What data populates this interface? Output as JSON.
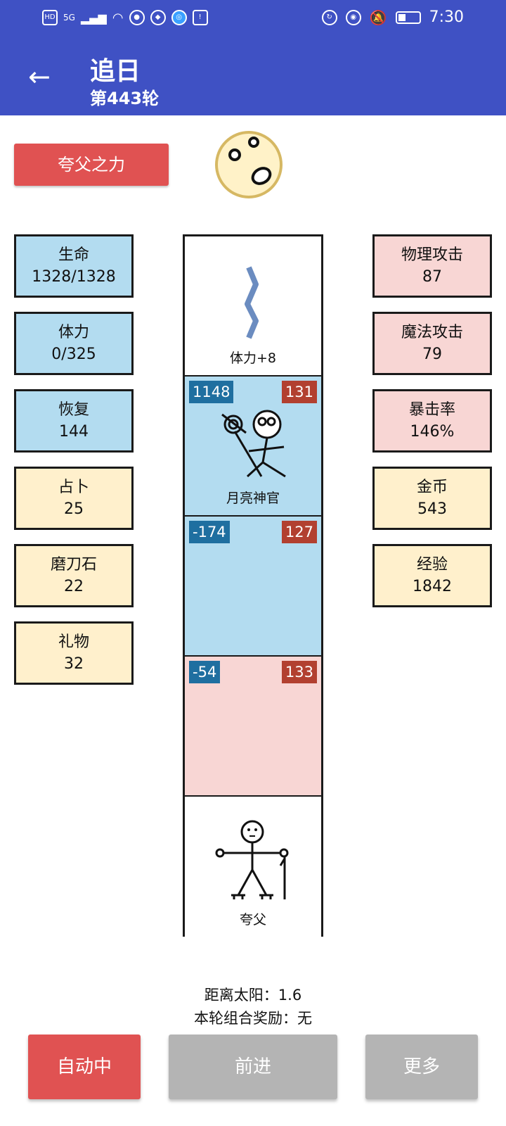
{
  "status_bar": {
    "time": "7:30",
    "network": "5G"
  },
  "app_bar": {
    "title": "追日",
    "subtitle": "第443轮"
  },
  "skill_button": {
    "label": "夸父之力"
  },
  "left_stats": [
    {
      "name": "生命",
      "value": "1328/1328",
      "color": "blue"
    },
    {
      "name": "体力",
      "value": "0/325",
      "color": "blue"
    },
    {
      "name": "恢复",
      "value": "144",
      "color": "blue"
    },
    {
      "name": "占卜",
      "value": "25",
      "color": "cream"
    },
    {
      "name": "磨刀石",
      "value": "22",
      "color": "cream"
    },
    {
      "name": "礼物",
      "value": "32",
      "color": "cream"
    }
  ],
  "right_stats": [
    {
      "name": "物理攻击",
      "value": "87",
      "color": "pink"
    },
    {
      "name": "魔法攻击",
      "value": "79",
      "color": "pink"
    },
    {
      "name": "暴击率",
      "value": "146%",
      "color": "pink"
    },
    {
      "name": "金币",
      "value": "543",
      "color": "cream"
    },
    {
      "name": "经验",
      "value": "1842",
      "color": "cream"
    }
  ],
  "road": [
    {
      "type": "item",
      "label": "体力+8",
      "icon": "stamina-wave-icon"
    },
    {
      "type": "enemy",
      "hp": "1148",
      "atk": "131",
      "label": "月亮神官",
      "icon": "moon-priest-icon"
    },
    {
      "type": "empty",
      "hp": "-174",
      "atk": "127"
    },
    {
      "type": "empty",
      "hp": "-54",
      "atk": "133"
    },
    {
      "type": "hero",
      "label": "夸父",
      "icon": "kuafu-icon"
    }
  ],
  "info": {
    "distance": "距离太阳：1.6",
    "combo": "本轮组合奖励：无"
  },
  "buttons": {
    "auto": "自动中",
    "forward": "前进",
    "more": "更多"
  },
  "colors": {
    "app_bar": "#3f51c4",
    "stat_blue": "#b3dcf0",
    "stat_pink": "#f8d6d4",
    "stat_cream": "#fff0cc",
    "button_red": "#e05252",
    "button_gray": "#b4b4b4",
    "badge_hp": "#1f6fa0",
    "badge_atk": "#b24030"
  }
}
